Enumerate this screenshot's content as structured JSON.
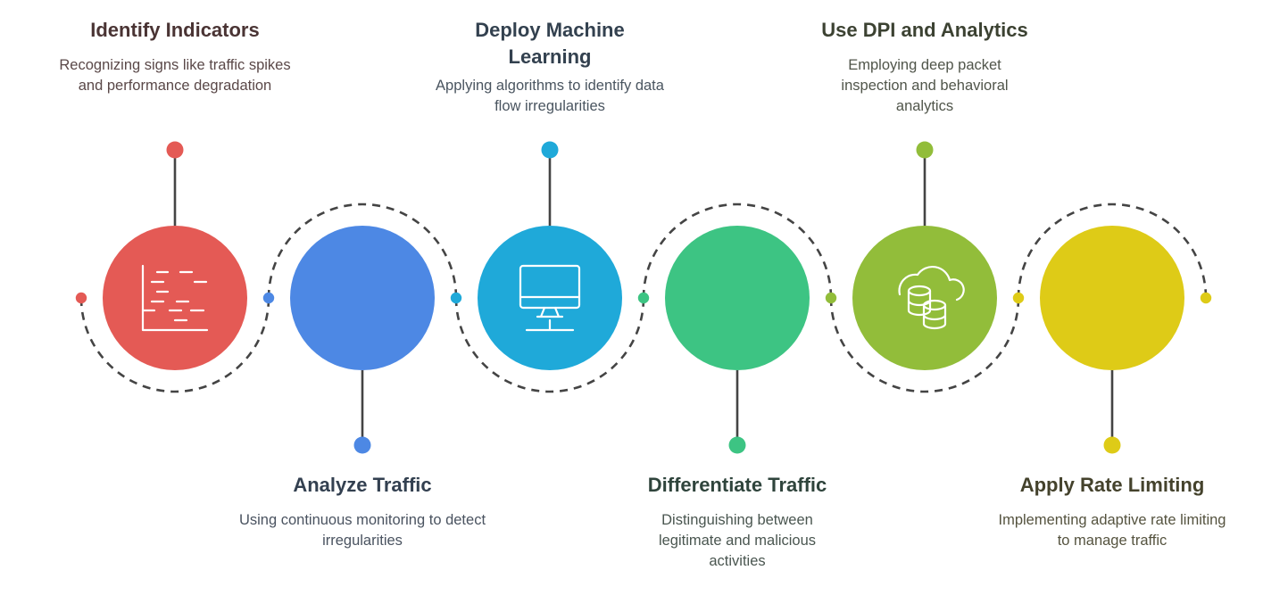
{
  "diagram": {
    "type": "process-timeline",
    "steps": [
      {
        "title": "Identify Indicators",
        "description": "Recognizing signs like traffic spikes and performance degradation",
        "color": "#E45A55",
        "title_color": "#4A3434",
        "desc_color": "#5A4848",
        "icon": "chart-lines-icon",
        "label_position": "top"
      },
      {
        "title": "Analyze Traffic",
        "description": "Using continuous monitoring to detect irregularities",
        "color": "#4D88E4",
        "title_color": "#334050",
        "desc_color": "#4A5360",
        "icon": "monitor-icon",
        "label_position": "bottom"
      },
      {
        "title": "Deploy Machine Learning",
        "description": "Applying algorithms to identify data flow irregularities",
        "color": "#1FA9D9",
        "title_color": "#33414F",
        "desc_color": "#4A5560",
        "icon": "cloud-database-icon",
        "label_position": "top"
      },
      {
        "title": "Differentiate Traffic",
        "description": "Distinguishing between legitimate and malicious activities",
        "color": "#3DC483",
        "title_color": "#2F443C",
        "desc_color": "#4A5650",
        "icon": "monitor-search-icon",
        "label_position": "bottom"
      },
      {
        "title": "Use DPI and Analytics",
        "description": "Employing deep packet inspection and behavioral analytics",
        "color": "#92BD3A",
        "title_color": "#3C4232",
        "desc_color": "#50554A",
        "icon": "id-card-hand-icon",
        "label_position": "top"
      },
      {
        "title": "Apply Rate Limiting",
        "description": "Implementing adaptive rate limiting to manage traffic",
        "color": "#DECB17",
        "title_color": "#44422C",
        "desc_color": "#55533F",
        "icon": "speedometer-icon",
        "label_position": "bottom"
      }
    ],
    "connector_color": "#444444",
    "connector_dot_colors": [
      "#E45A55",
      "#4D88E4",
      "#1FA9D9",
      "#3DC483",
      "#92BD3A",
      "#DECB17",
      "#DECB17"
    ]
  }
}
